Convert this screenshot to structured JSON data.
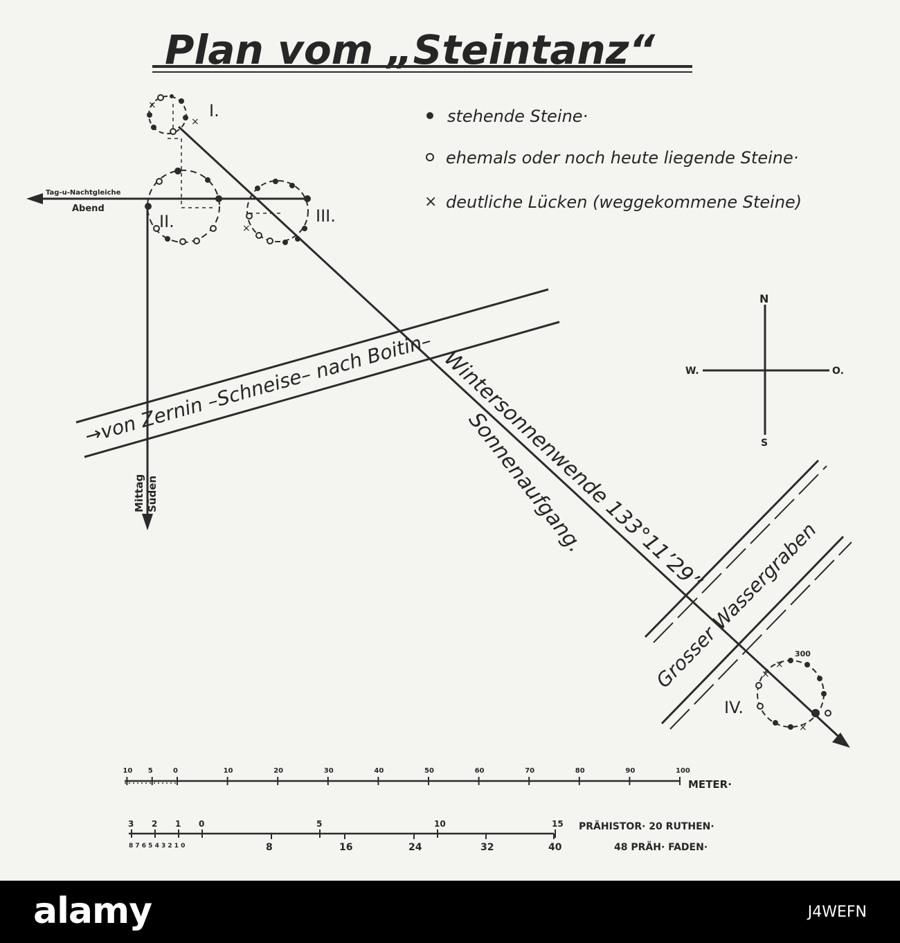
{
  "title": "Plan vom „Steintanz“",
  "legend": [
    {
      "symbol": "●",
      "text": "stehende Steine·"
    },
    {
      "symbol": "o",
      "text": "ehemals oder noch heute liegende Steine·"
    },
    {
      "symbol": "×",
      "text": "deutliche Lücken (weggekommene Steine)"
    }
  ],
  "circles": {
    "i": "I.",
    "ii": "II.",
    "iii": "III.",
    "iv": "IV."
  },
  "directions": {
    "equinox": "Tag-u-Nachtgleiche",
    "evening": "Abend",
    "noon": "Mittag",
    "south": "Süden"
  },
  "road": "→von Zernin –Schneise–   nach Boitin–",
  "solstice_line": {
    "line1": "Wintersonnenwende 133°11’29”",
    "line2": "Sonnenaufgang."
  },
  "ditch": "Grosser Wassergraben",
  "compass": {
    "n": "N",
    "s": "S",
    "w": "W.",
    "o": "O."
  },
  "annotation_300": "300",
  "scale_meter": {
    "labels": [
      "10",
      "5",
      "0",
      "10",
      "20",
      "30",
      "40",
      "50",
      "60",
      "70",
      "80",
      "90",
      "100"
    ],
    "unit": "METER·"
  },
  "scale_ruthen": {
    "top_labels": [
      "3",
      "2",
      "1",
      "0",
      "5",
      "10",
      "15"
    ],
    "unit_top": "PRÄHISTOR· 20 RUTHEN·",
    "bottom_small": "8 7 6 5 4 3 2 1 0",
    "bottom_labels": [
      "8",
      "16",
      "24",
      "32",
      "40"
    ],
    "unit_bottom": "48 PRÄH· FADEN·"
  },
  "footer": {
    "logo": "alamy",
    "image_code": "J4WEFN"
  }
}
